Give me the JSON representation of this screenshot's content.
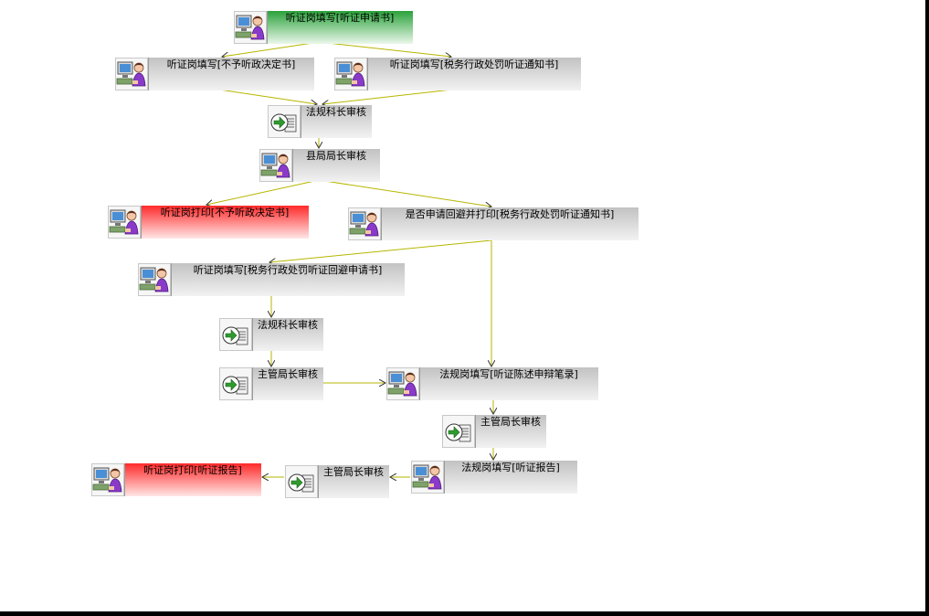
{
  "nodes": [
    {
      "id": "n1",
      "label": "听证岗填写[听证申请书]",
      "icon": "person-computer-icon",
      "color": "green"
    },
    {
      "id": "n2",
      "label": "听证岗填写[不予听政决定书]",
      "icon": "person-computer-icon",
      "color": "gray"
    },
    {
      "id": "n3",
      "label": "听证岗填写[税务行政处罚听证通知书]",
      "icon": "person-computer-icon",
      "color": "gray"
    },
    {
      "id": "n4",
      "label": "法规科长审核",
      "icon": "arrow-document-icon",
      "color": "gray"
    },
    {
      "id": "n5",
      "label": "县局局长审核",
      "icon": "person-computer-icon",
      "color": "gray"
    },
    {
      "id": "n6",
      "label": "听证岗打印[不予听政决定书]",
      "icon": "person-computer-icon",
      "color": "red"
    },
    {
      "id": "n7",
      "label": "是否申请回避并打印[税务行政处罚听证通知书]",
      "icon": "person-computer-icon",
      "color": "gray"
    },
    {
      "id": "n8",
      "label": "听证岗填写[税务行政处罚听证回避申请书]",
      "icon": "person-computer-icon",
      "color": "gray"
    },
    {
      "id": "n9",
      "label": "法规科长审核",
      "icon": "arrow-document-icon",
      "color": "gray"
    },
    {
      "id": "n10",
      "label": "主管局长审核",
      "icon": "arrow-document-icon",
      "color": "gray"
    },
    {
      "id": "n11",
      "label": "法规岗填写[听证陈述申辩笔录]",
      "icon": "person-computer-icon",
      "color": "gray"
    },
    {
      "id": "n12",
      "label": "主管局长审核",
      "icon": "arrow-document-icon",
      "color": "gray"
    },
    {
      "id": "n13",
      "label": "法规岗填写[听证报告]",
      "icon": "person-computer-icon",
      "color": "gray"
    },
    {
      "id": "n14",
      "label": "主管局长审核",
      "icon": "arrow-document-icon",
      "color": "gray"
    },
    {
      "id": "n15",
      "label": "听证岗打印[听证报告]",
      "icon": "person-computer-icon",
      "color": "red"
    }
  ],
  "edges": [
    {
      "from": "n1",
      "to": "n2"
    },
    {
      "from": "n1",
      "to": "n3"
    },
    {
      "from": "n2",
      "to": "n4"
    },
    {
      "from": "n3",
      "to": "n4"
    },
    {
      "from": "n4",
      "to": "n5"
    },
    {
      "from": "n5",
      "to": "n6"
    },
    {
      "from": "n5",
      "to": "n7"
    },
    {
      "from": "n7",
      "to": "n8"
    },
    {
      "from": "n7",
      "to": "n11"
    },
    {
      "from": "n8",
      "to": "n9"
    },
    {
      "from": "n9",
      "to": "n10"
    },
    {
      "from": "n10",
      "to": "n11"
    },
    {
      "from": "n11",
      "to": "n12"
    },
    {
      "from": "n12",
      "to": "n13"
    },
    {
      "from": "n13",
      "to": "n14"
    },
    {
      "from": "n14",
      "to": "n15"
    }
  ]
}
